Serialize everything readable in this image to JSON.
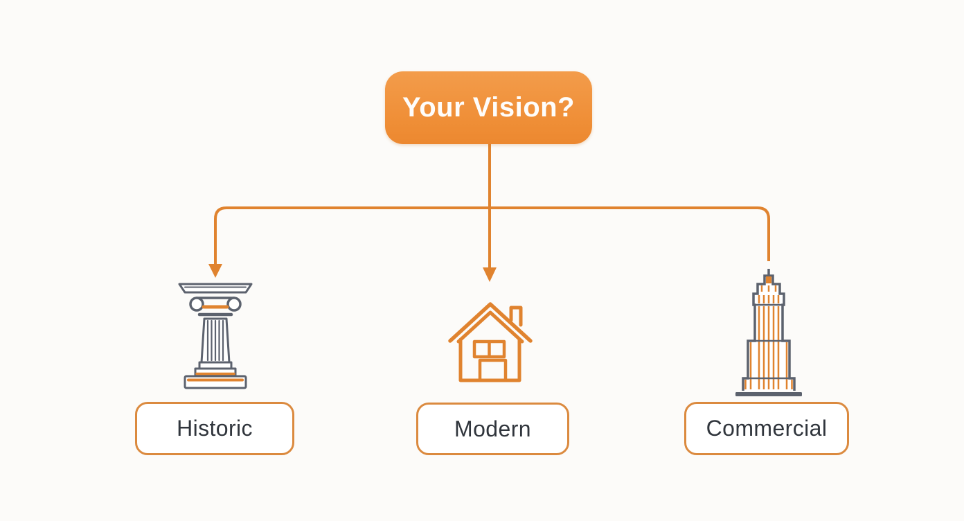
{
  "diagram": {
    "root": {
      "label": "Your Vision?"
    },
    "branches": [
      {
        "label": "Historic",
        "icon": "classical-column-icon"
      },
      {
        "label": "Modern",
        "icon": "house-icon"
      },
      {
        "label": "Commercial",
        "icon": "skyscraper-icon"
      }
    ],
    "connections": [
      {
        "from": "Your Vision?",
        "to": "Historic",
        "arrowhead": true
      },
      {
        "from": "Your Vision?",
        "to": "Modern",
        "arrowhead": true
      },
      {
        "from": "Your Vision?",
        "to": "Commercial",
        "arrowhead": false
      }
    ],
    "colors": {
      "connector_orange": "#E0832F",
      "root_box_fill": "#EF8E36",
      "leaf_border_orange": "#DB8A3F",
      "icon_gray": "#5C626E",
      "icon_orange": "#E0832F",
      "label_text": "#30353C",
      "background": "#FCFBF9"
    }
  }
}
